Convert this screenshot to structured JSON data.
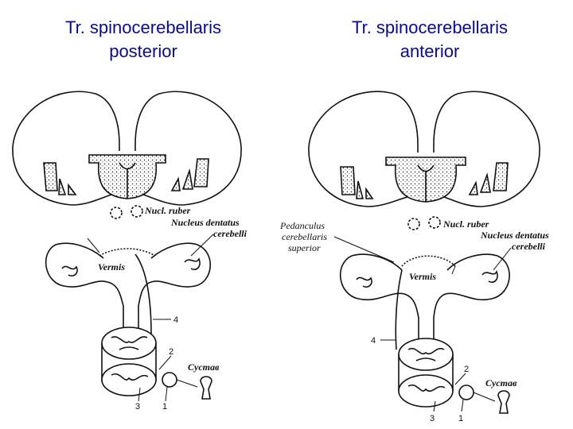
{
  "titles": {
    "left": [
      "Tr. spinocerebellaris",
      "posterior"
    ],
    "right": [
      "Tr. spinocerebellaris",
      "anterior"
    ]
  },
  "left_labels": {
    "nucl_ruber": "Nucl. ruber",
    "nucleus_dentatus": [
      "Nucleus dentatus",
      "cerebelli"
    ],
    "vermis": "Vermis",
    "joint": "Сустав",
    "numbers": [
      "4",
      "2",
      "3",
      "1"
    ]
  },
  "right_labels": {
    "nucl_ruber": "Nucl. ruber",
    "pedunculus": [
      "Pedanculus",
      "cerebellaris",
      "superior"
    ],
    "nucleus_dentatus": [
      "Nucleus dentatus",
      "cerebelli"
    ],
    "vermis": "Vermis",
    "joint": "Сустав",
    "numbers": [
      "4",
      "2",
      "3",
      "1"
    ]
  }
}
